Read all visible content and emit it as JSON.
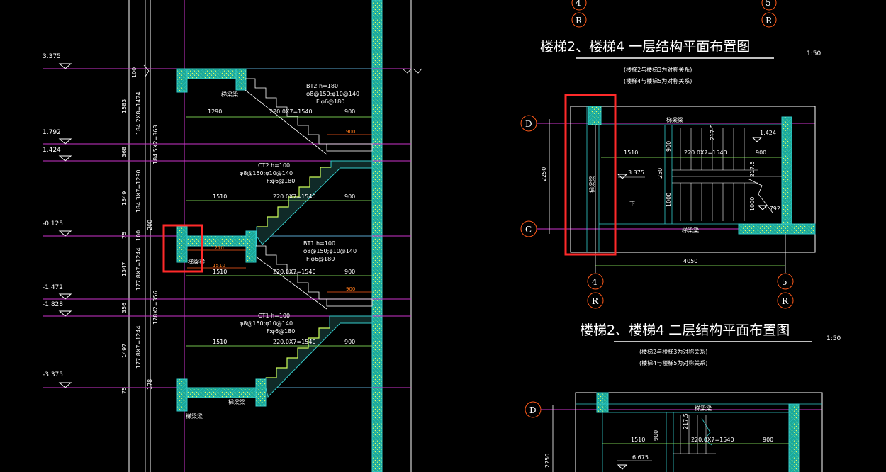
{
  "section": {
    "elevations": [
      "3.375",
      "1.792",
      "1.424",
      "-0.125",
      "-1.472",
      "-1.828",
      "-3.375"
    ],
    "vertical_dims": [
      "100",
      "1583",
      "368",
      "1549",
      "75",
      "1347",
      "356",
      "1497",
      "75"
    ],
    "vertical_dims_b": [
      "184.2X8=1474",
      "184.5X2=368",
      "184.3X7=1290",
      "100",
      "177.8X7=1244",
      "178X2=356",
      "177.8X7=1244",
      "178"
    ],
    "vertical_dims_c": [
      "200"
    ],
    "stair_bt2": [
      "BT2  h=180",
      "φ8@150;φ10@140",
      "F:φ6@180"
    ],
    "stair_ct2": [
      "CT2  h=100",
      "φ8@150;φ10@140",
      "F:φ6@180"
    ],
    "stair_bt1": [
      "BT1  h=100",
      "φ8@150;φ10@140",
      "F:φ6@180"
    ],
    "stair_ct1": [
      "CT1  h=100",
      "φ8@150;φ10@140",
      "F:φ6@180"
    ],
    "dims_upper": [
      "1290",
      "220.0X7=1540",
      "900"
    ],
    "dims_mid": [
      "1510",
      "220.0X7=1540",
      "900"
    ],
    "dims_low1": [
      "1510",
      "220.0X7=1540",
      "900"
    ],
    "dims_low2": [
      "1510",
      "220.0X7=1540",
      "900"
    ],
    "red_dims": [
      "900",
      "900",
      "1210",
      "1510"
    ],
    "beam_label": "梯梁梁"
  },
  "plan1": {
    "axis_top": [
      "4",
      "R",
      "5",
      "R"
    ],
    "title": "楼梯2、楼梯4   一层结构平面布置图",
    "scale": "1:50",
    "notes": [
      "(楼梯2与楼梯3为对称关系)",
      "(楼梯4与楼梯5为对称关系)"
    ],
    "axis_left": [
      "D",
      "C"
    ],
    "axis_bottom": [
      "4",
      "R",
      "5",
      "R"
    ],
    "dim_left": "2250",
    "dim_bottom": "4050",
    "dims": [
      "1510",
      "220.0X7=1540",
      "900",
      "900",
      "250",
      "1000",
      "217.5",
      "217.5",
      "1000"
    ],
    "elevations": [
      "1.424",
      "3.375",
      "1.792"
    ],
    "beam_label": "梯梁梁",
    "mark": "下"
  },
  "plan2": {
    "title": "楼梯2、楼梯4   二层结构平面布置图",
    "scale": "1:50",
    "notes": [
      "(楼梯2与楼梯3为对称关系)",
      "(楼梯4与楼梯5为对称关系)"
    ],
    "axis_left": [
      "D"
    ],
    "dim_left": "2250",
    "dims": [
      "1510",
      "220.0X7=1540",
      "900",
      "900",
      "217.5"
    ],
    "elevations": [
      "6.675"
    ],
    "beam_label": "梯梁梁"
  },
  "highlight": {
    "color": "#ff2a2a"
  }
}
